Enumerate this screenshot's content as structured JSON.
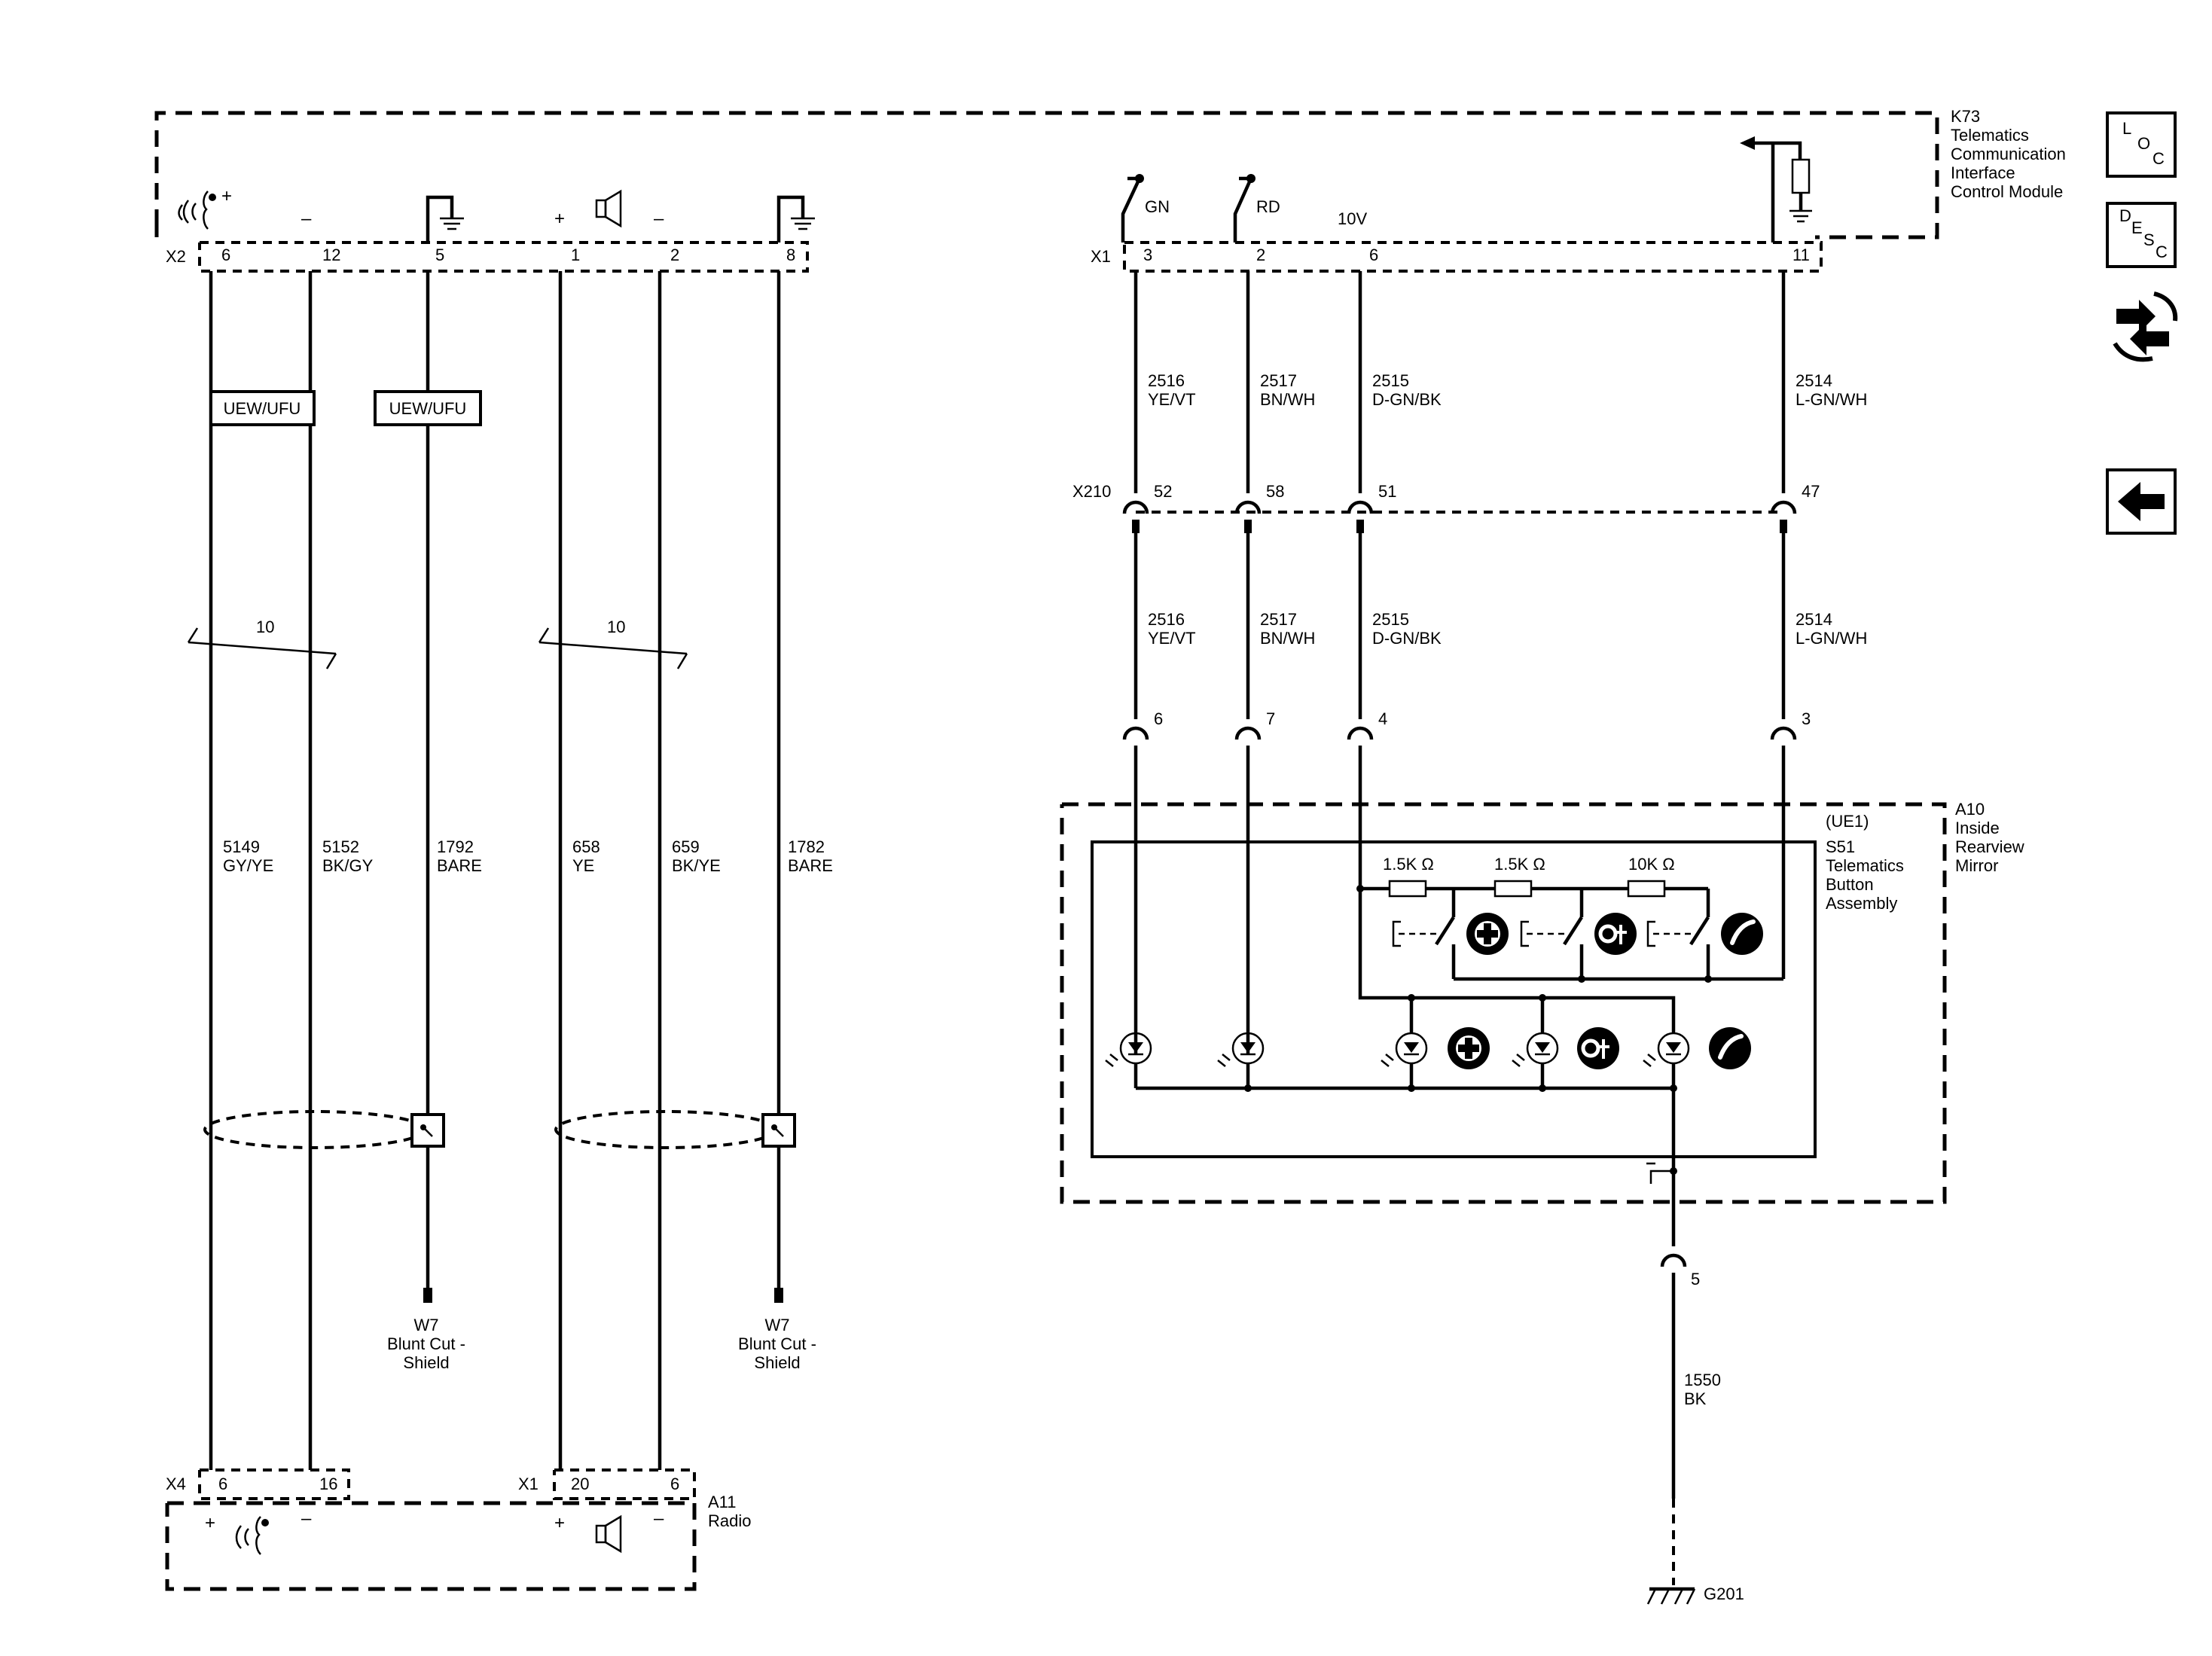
{
  "modules": {
    "k73": {
      "ref": "K73",
      "l1": "Telematics",
      "l2": "Communication",
      "l3": "Interface",
      "l4": "Control Module"
    },
    "a11": {
      "ref": "A11",
      "name": "Radio"
    },
    "a10": {
      "ref": "A10",
      "l1": "Inside",
      "l2": "Rearview",
      "l3": "Mirror"
    },
    "s51": {
      "option": "(UE1)",
      "ref": "S51",
      "l1": "Telematics",
      "l2": "Button",
      "l3": "Assembly"
    }
  },
  "connectors": {
    "x2": "X2",
    "x1_top": "X1",
    "x210": "X210",
    "x4": "X4",
    "x1_bottom": "X1"
  },
  "pins": {
    "k73_x2": [
      "6",
      "12",
      "5",
      "1",
      "2",
      "8"
    ],
    "k73_x1": [
      "3",
      "2",
      "6",
      "11"
    ],
    "x210": [
      "52",
      "58",
      "51",
      "47"
    ],
    "a10": [
      "6",
      "7",
      "4",
      "3"
    ],
    "a10_ground": "5",
    "a11_x4": [
      "6",
      "16"
    ],
    "a11_x1": [
      "20",
      "6"
    ]
  },
  "wires": {
    "w2516": {
      "circuit": "2516",
      "color": "YE/VT"
    },
    "w2517": {
      "circuit": "2517",
      "color": "BN/WH"
    },
    "w2515": {
      "circuit": "2515",
      "color": "D-GN/BK"
    },
    "w2514": {
      "circuit": "2514",
      "color": "L-GN/WH"
    },
    "w5149": {
      "circuit": "5149",
      "color": "GY/YE"
    },
    "w5152": {
      "circuit": "5152",
      "color": "BK/GY"
    },
    "w1792": {
      "circuit": "1792",
      "color": "BARE"
    },
    "w658": {
      "circuit": "658",
      "color": "YE"
    },
    "w659": {
      "circuit": "659",
      "color": "BK/YE"
    },
    "w1782": {
      "circuit": "1782",
      "color": "BARE"
    },
    "w1550": {
      "circuit": "1550",
      "color": "BK"
    }
  },
  "labels": {
    "option_box": "UEW/UFU",
    "twist": "10",
    "gn": "GN",
    "rd": "RD",
    "voltage": "10V",
    "plus": "+",
    "minus": "–",
    "ground": "G201",
    "shield": {
      "ref": "W7",
      "l1": "Blunt Cut -",
      "l2": "Shield"
    }
  },
  "resistors": [
    "1.5K Ω",
    "1.5K Ω",
    "10K Ω"
  ],
  "nav": {
    "loc": {
      "a": "L",
      "b": "O",
      "c": "C"
    },
    "desc": {
      "a": "D",
      "b": "E",
      "c": "S",
      "d": "C"
    }
  }
}
